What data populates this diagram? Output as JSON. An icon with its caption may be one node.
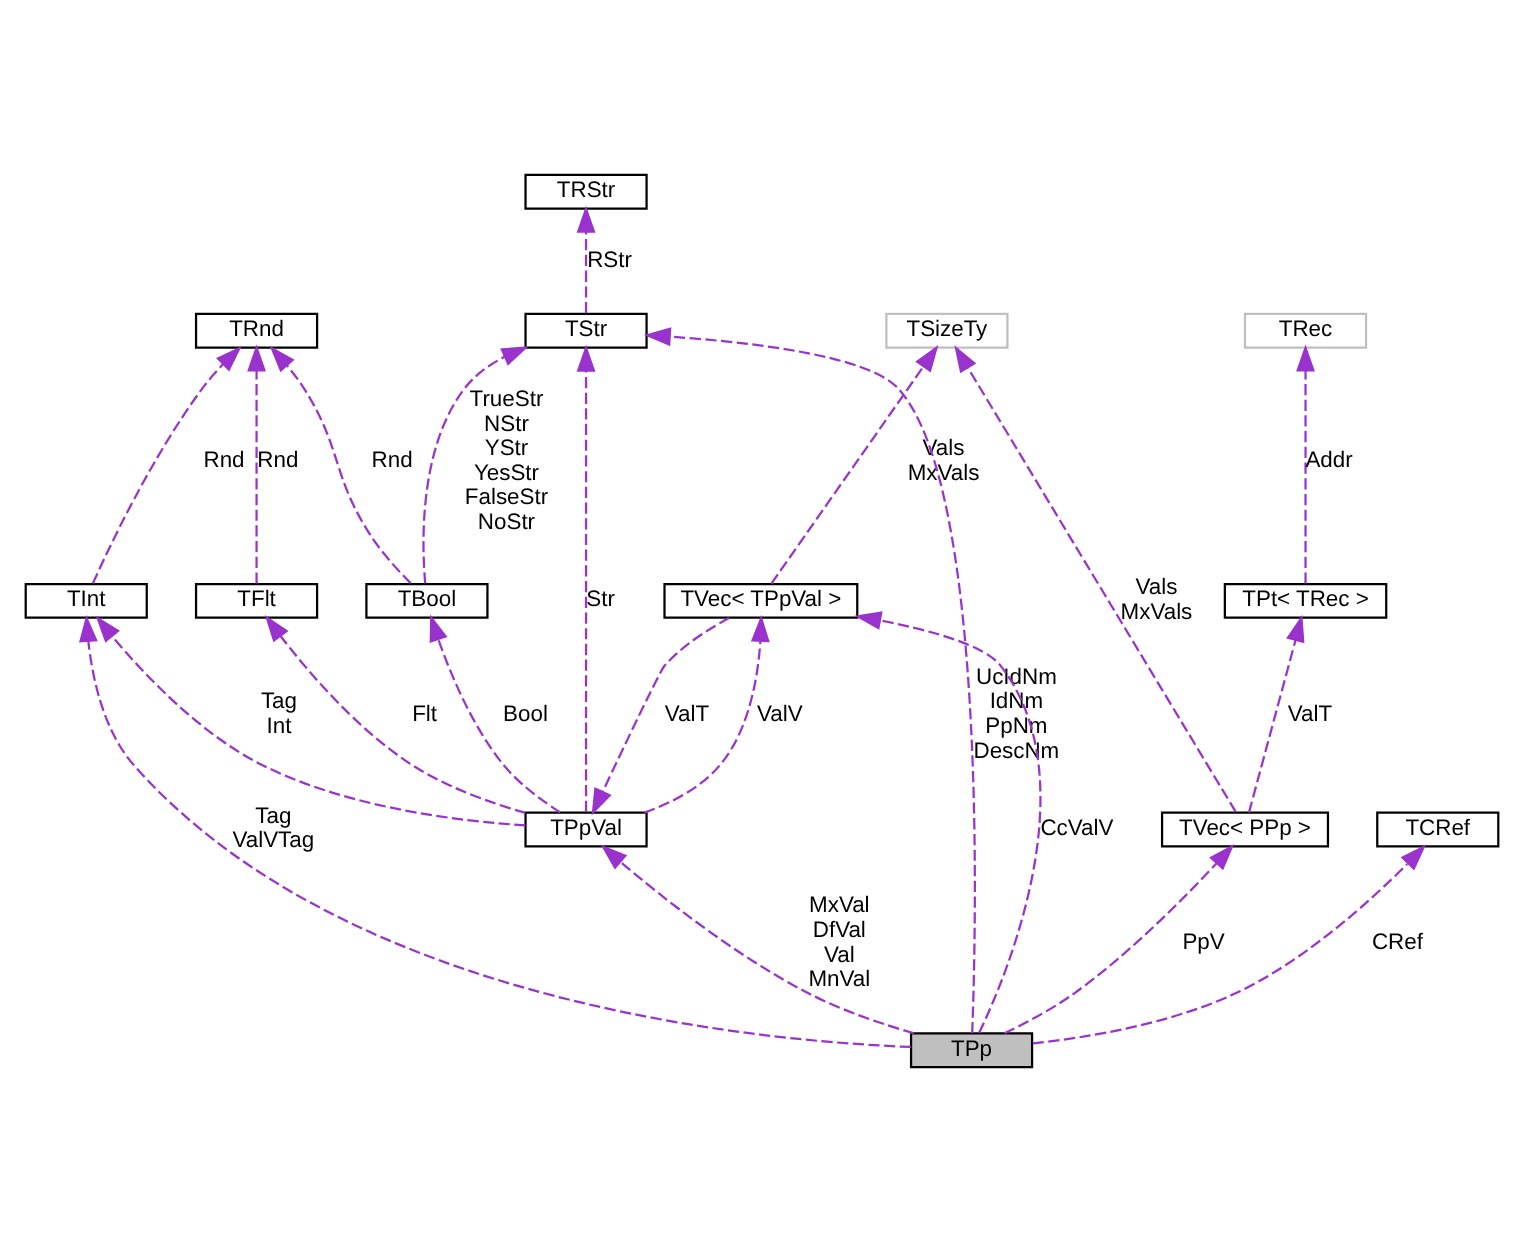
{
  "diagram": {
    "nodes": [
      {
        "text": [
          "TRStr"
        ]
      },
      {
        "text": [
          "TRnd"
        ]
      },
      {
        "text": [
          "TStr"
        ]
      },
      {
        "text": [
          "TSizeTy"
        ]
      },
      {
        "text": [
          "TRec"
        ]
      },
      {
        "text": [
          "TInt"
        ]
      },
      {
        "text": [
          "TBool"
        ]
      },
      {
        "text": [
          "TFlt"
        ]
      },
      {
        "text": [
          "TVec< TPpVal >"
        ]
      },
      {
        "text": [
          "TPt< TRec >"
        ]
      },
      {
        "text": [
          "TPpVal"
        ]
      },
      {
        "text": [
          "TVec< PPp >"
        ]
      },
      {
        "text": [
          "TCRef"
        ]
      },
      {
        "text": [
          "TPp"
        ]
      }
    ],
    "edges": [
      {
        "from": 2,
        "to": 0,
        "arrow": "to",
        "label": "RStr",
        "style": "dashed"
      },
      {
        "from": 5,
        "to": 1,
        "arrow": "to",
        "label": "Rnd",
        "style": "dashed"
      },
      {
        "from": 6,
        "to": 1,
        "arrow": "to",
        "label": "Rnd",
        "style": "dashed"
      },
      {
        "from": 7,
        "to": 1,
        "arrow": "to",
        "label": "Rnd",
        "style": "dashed"
      },
      {
        "from": 6,
        "to": 2,
        "arrow": "to",
        "label": "TrueStr NStr YStr YesStr FalseStr NoStr",
        "style": "dashed"
      },
      {
        "from": 10,
        "to": 2,
        "arrow": "to",
        "label": "Str",
        "style": "dashed"
      },
      {
        "from": 13,
        "to": 2,
        "arrow": "to",
        "label": "UcIdNm IdNm PpNm DescNm",
        "style": "dashed"
      },
      {
        "from": 8,
        "to": 3,
        "arrow": "to",
        "label": "Vals MxVals",
        "style": "dashed"
      },
      {
        "from": 11,
        "to": 3,
        "arrow": "to",
        "label": "Vals MxVals",
        "style": "dashed"
      },
      {
        "from": 9,
        "to": 4,
        "arrow": "to",
        "label": "Addr",
        "style": "dashed"
      },
      {
        "from": 10,
        "to": 5,
        "arrow": "to",
        "label": "Tag Int",
        "style": "dashed"
      },
      {
        "from": 13,
        "to": 5,
        "arrow": "to",
        "label": "Tag ValVTag",
        "style": "dashed"
      },
      {
        "from": 10,
        "to": 6,
        "arrow": "to",
        "label": "Bool",
        "style": "dashed"
      },
      {
        "from": 10,
        "to": 7,
        "arrow": "to",
        "label": "Flt",
        "style": "dashed"
      },
      {
        "from": 10,
        "to": 8,
        "arrow": "to",
        "label": "ValV",
        "style": "dashed"
      },
      {
        "from": 8,
        "to": 10,
        "arrow": "to",
        "label": "ValT",
        "style": "dashed"
      },
      {
        "from": 13,
        "to": 8,
        "arrow": "to",
        "label": "CcValV",
        "style": "dashed"
      },
      {
        "from": 11,
        "to": 9,
        "arrow": "to",
        "label": "ValT",
        "style": "dashed"
      },
      {
        "from": 13,
        "to": 10,
        "arrow": "to",
        "label": "MxVal DfVal Val MnVal",
        "style": "dashed"
      },
      {
        "from": 13,
        "to": 11,
        "arrow": "to",
        "label": "PpV",
        "style": "dashed"
      },
      {
        "from": 13,
        "to": 12,
        "arrow": "to",
        "label": "CRef",
        "style": "dashed"
      }
    ]
  }
}
